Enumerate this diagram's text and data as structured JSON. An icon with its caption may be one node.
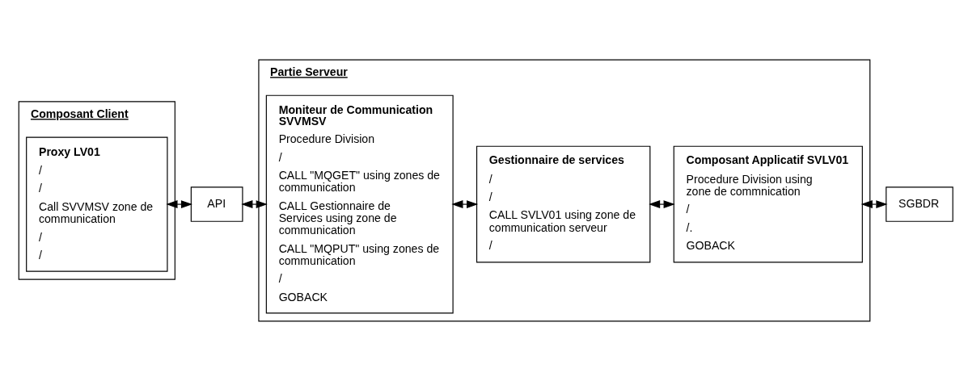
{
  "diagram": {
    "nodes": [
      {
        "text": [
          "Composant Client"
        ]
      },
      {
        "text": [
          "Proxy LV01",
          "/",
          "/",
          "Call SVVMSV zone de communication",
          "/",
          "/"
        ],
        "in": 0
      },
      {
        "text": [
          "API"
        ]
      },
      {
        "text": [
          "Partie Serveur"
        ]
      },
      {
        "text": [
          "Moniteur de Communication SVVMSV",
          "Procedure Division",
          "/",
          "CALL \"MQGET\" using zones de communication",
          "CALL Gestionnaire de Services using zone de communication",
          "CALL \"MQPUT\" using zones de communication",
          "/",
          "GOBACK"
        ],
        "in": 3
      },
      {
        "text": [
          "Gestionnaire de services",
          "/",
          "/",
          "CALL SVLV01 using zone de communication serveur",
          "/"
        ],
        "in": 3
      },
      {
        "text": [
          "Composant Applicatif SVLV01",
          "Procedure Division using zone de commnication",
          "/",
          "/.",
          "GOBACK"
        ],
        "in": 3
      },
      {
        "text": [
          "SGBDR"
        ]
      }
    ],
    "edges": [
      {
        "from": 1,
        "to": 2,
        "arrow": "both"
      },
      {
        "from": 2,
        "to": 4,
        "arrow": "both"
      },
      {
        "from": 4,
        "to": 5,
        "arrow": "both"
      },
      {
        "from": 5,
        "to": 6,
        "arrow": "both"
      },
      {
        "from": 6,
        "to": 7,
        "arrow": "both"
      }
    ]
  }
}
